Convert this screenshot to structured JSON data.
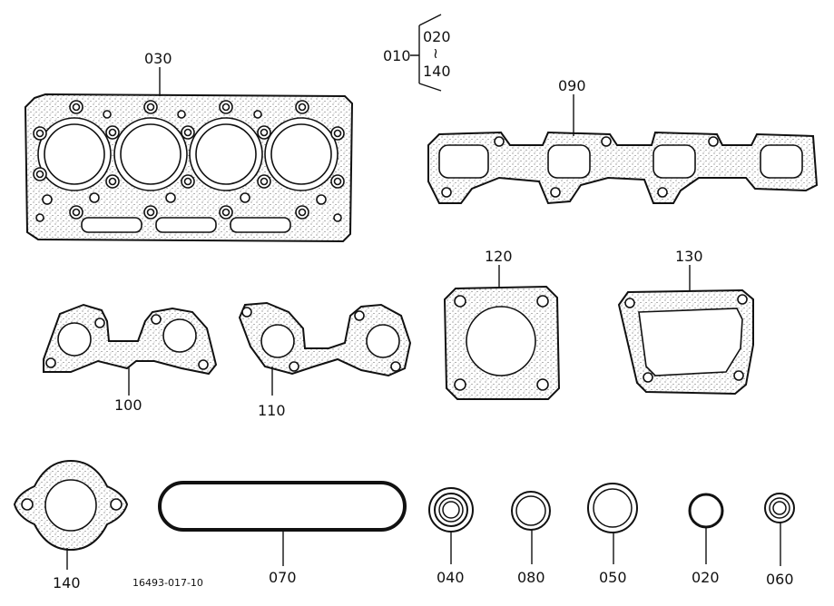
{
  "labels": {
    "p010": "010",
    "p020_range": "020",
    "range_sym": "≀",
    "p140_range": "140",
    "p030": "030",
    "p090": "090",
    "p100": "100",
    "p110": "110",
    "p120": "120",
    "p130": "130",
    "p140": "140",
    "p070": "070",
    "p040": "040",
    "p080": "080",
    "p050": "050",
    "p020": "020",
    "p060": "060",
    "drawing_number": "16493-017-10"
  },
  "colors": {
    "ink": "#111111",
    "paper": "#ffffff"
  }
}
